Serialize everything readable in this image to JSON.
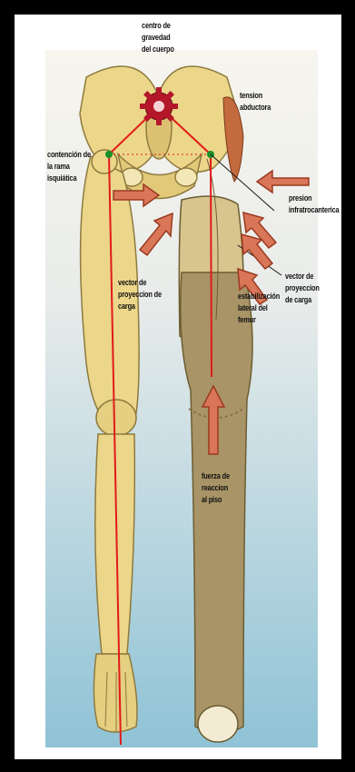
{
  "labels": {
    "centro_gravedad": "centro de\ngravedad\ndel cuerpo",
    "tension_abductora": "tension\nabductora",
    "contencion_rama": "contención de\nla rama\nisquiática",
    "presion_infratrocanterica": "presion\ninfratrocanterica",
    "vector_carga_izq": "vector de\nproyeccion de\ncarga",
    "vector_carga_der": "vector de\nproyeccion\nde carga",
    "estabilizacion_lateral": "estabilización\nlateral del\nfemur",
    "fuerza_reaccion": "fuerza de\nreaccion\nal piso"
  },
  "colors": {
    "bone": "#ecd68a",
    "bone_outline": "#8d7a3e",
    "prosthesis": "#a89466",
    "arrow_fill": "#d87657",
    "arrow_stroke": "#9b3a22",
    "load_line": "#e11a1a",
    "pivot_point": "#1a8f2a",
    "background_top": "#f7f5ee",
    "background_bottom": "#8fc3d6"
  }
}
